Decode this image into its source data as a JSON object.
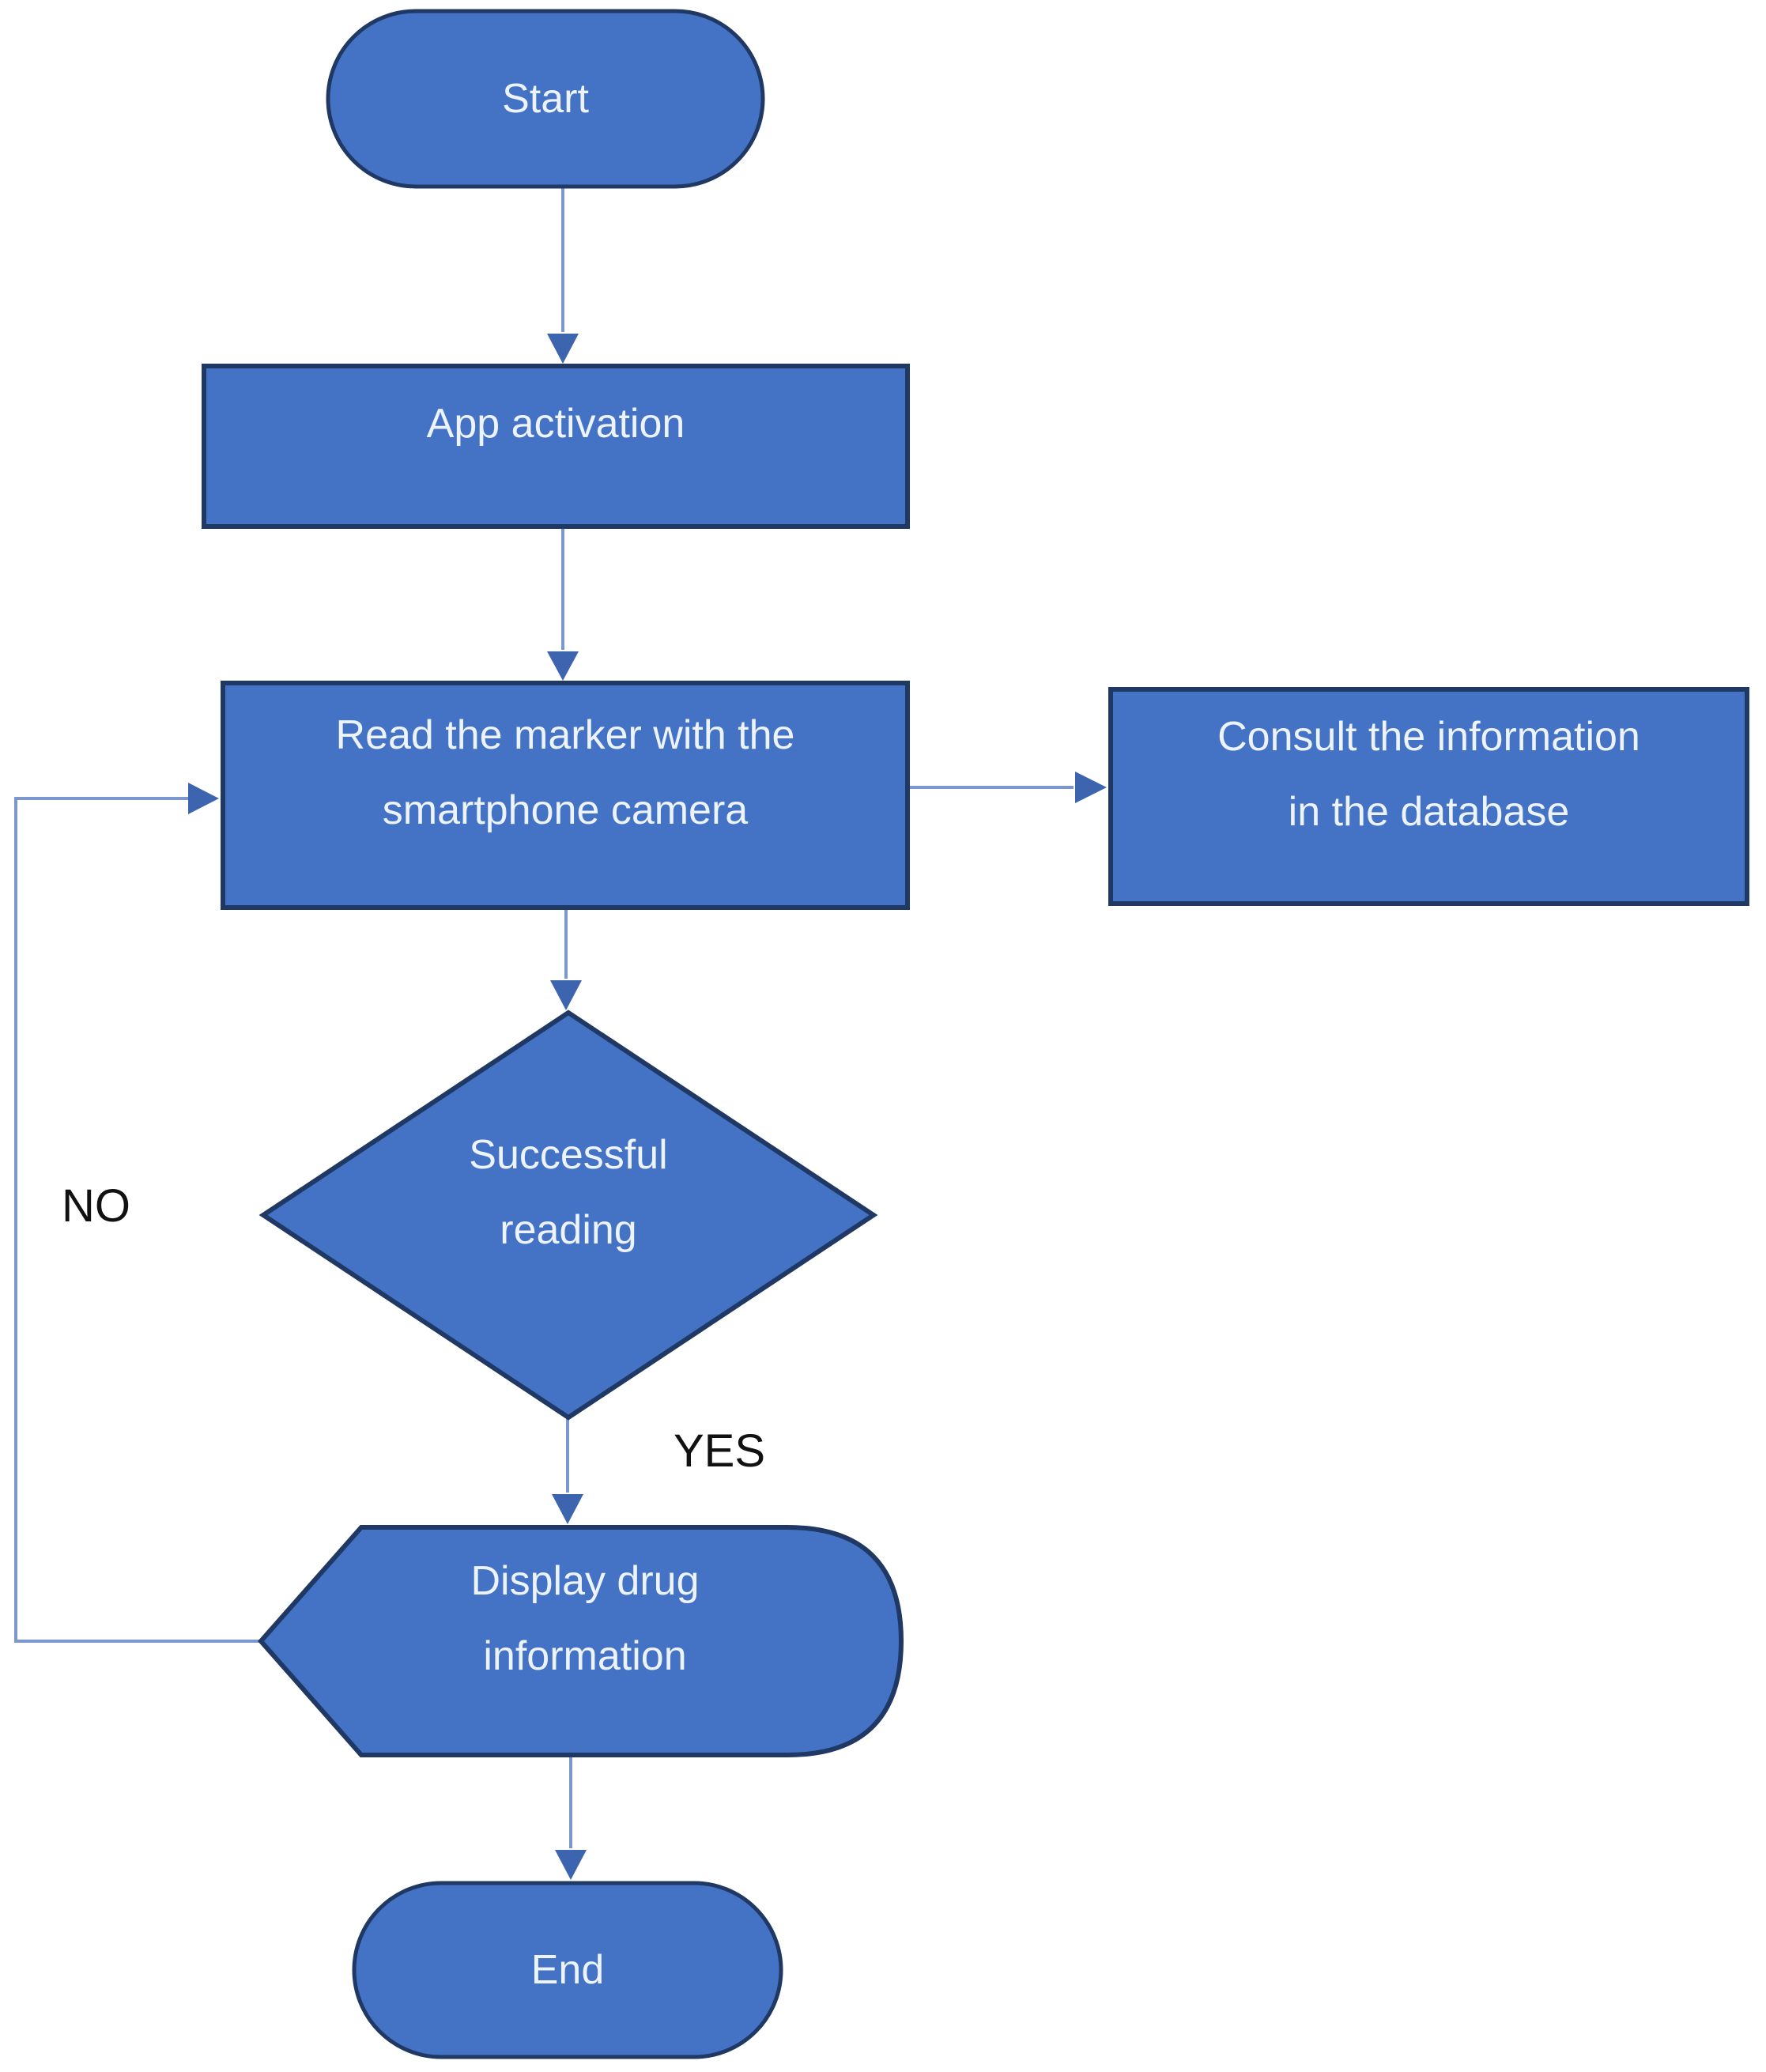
{
  "diagram": {
    "type": "flowchart",
    "background": "#FFFFFF",
    "colors": {
      "background": "#FFFFFF",
      "node_fill": "#4472C4",
      "node_border": "#1F3864",
      "connector": "#7C96CE",
      "arrowhead": "#3D64AF",
      "node_text": "#EDF3FB",
      "edge_label_text": "#111111"
    },
    "nodes": {
      "start": {
        "type": "terminator",
        "label": "Start"
      },
      "app_activation": {
        "type": "process",
        "label": "App activation"
      },
      "read_marker": {
        "type": "process",
        "label": "Read the marker with the\nsmartphone camera"
      },
      "consult_database": {
        "type": "process",
        "label": "Consult the information\nin the database"
      },
      "successful_reading": {
        "type": "decision",
        "label": "Successful\nreading"
      },
      "display_drug_info": {
        "type": "display",
        "label": "Display drug\ninformation"
      },
      "end": {
        "type": "terminator",
        "label": "End"
      }
    },
    "edges": {
      "start_to_app": {
        "from": "start",
        "to": "app_activation",
        "label": ""
      },
      "app_to_read": {
        "from": "app_activation",
        "to": "read_marker",
        "label": ""
      },
      "read_to_consult": {
        "from": "read_marker",
        "to": "consult_database",
        "label": ""
      },
      "read_to_decision": {
        "from": "read_marker",
        "to": "successful_reading",
        "label": ""
      },
      "decision_to_display": {
        "from": "successful_reading",
        "to": "display_drug_info",
        "label": "YES"
      },
      "display_to_end": {
        "from": "display_drug_info",
        "to": "end",
        "label": ""
      },
      "display_to_read_loop": {
        "from": "display_drug_info",
        "to": "read_marker",
        "label": "NO"
      }
    },
    "edge_labels": {
      "yes": "YES",
      "no": "NO"
    }
  }
}
